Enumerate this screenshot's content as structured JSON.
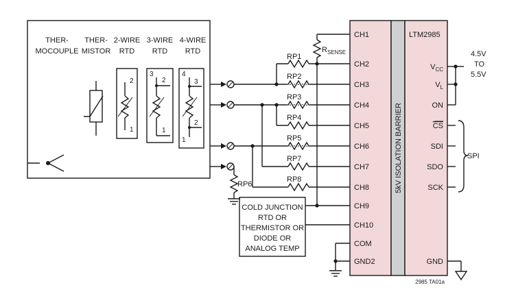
{
  "sensor_labels": {
    "thermocouple": [
      "THER-",
      "MOCOUPLE"
    ],
    "thermistor": [
      "THER-",
      "MISTOR"
    ],
    "rtd2": [
      "2-WIRE",
      "RTD"
    ],
    "rtd3": [
      "3-WIRE",
      "RTD"
    ],
    "rtd4": [
      "4-WIRE",
      "RTD"
    ]
  },
  "pin_numbers": {
    "rtd2": [
      "2",
      "1"
    ],
    "rtd3": [
      "3",
      "2",
      "1"
    ],
    "rtd4": [
      "4",
      "3",
      "2",
      "1"
    ]
  },
  "rsense": {
    "main": "R",
    "sub": "SENSE"
  },
  "resistors": [
    "RP1",
    "RP2",
    "RP3",
    "RP4",
    "RP5",
    "RP7",
    "RP8",
    "RP6"
  ],
  "channels": [
    "CH1",
    "CH2",
    "CH3",
    "CH4",
    "CH5",
    "CH6",
    "CH7",
    "CH8",
    "CH9",
    "CH10",
    "COM",
    "GND2"
  ],
  "isolation_barrier": "5kV ISOLATION BARRIER",
  "chip": {
    "name": "LTM2985",
    "pins": [
      {
        "main": "V",
        "sub": "CC"
      },
      {
        "main": "V",
        "sub": "L"
      },
      {
        "main": "ON"
      },
      {
        "main": "CS",
        "overline": true
      },
      {
        "main": "SDI"
      },
      {
        "main": "SDO"
      },
      {
        "main": "SCK"
      },
      {
        "main": "GND"
      }
    ]
  },
  "supply": [
    "4.5V",
    "TO",
    "5.5V"
  ],
  "spi_label": "SPI",
  "cold_junction": [
    "COLD JUNCTION",
    "RTD OR",
    "THERMISTOR OR",
    "DIODE OR",
    "ANALOG TEMP"
  ],
  "figure_id": "2985 TA01a"
}
